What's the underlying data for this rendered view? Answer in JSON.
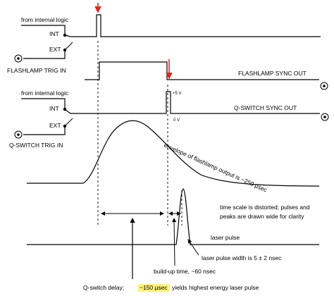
{
  "labels": {
    "from_internal_logic_1": "from internal logic",
    "int_1": "INT",
    "ext_1": "EXT",
    "flashlamp_trig_in": "FLASHLAMP TRIG IN",
    "flashlamp_sync_out": "FLASHLAMP SYNC OUT",
    "from_internal_logic_2": "from internal logic",
    "int_2": "INT",
    "ext_2": "EXT",
    "qswitch_trig_in": "Q-SWITCH TRIG IN",
    "qswitch_sync_out": "Q-SWITCH  SYNC OUT",
    "plus_5v": "+5 V",
    "zero_v": "0 V",
    "envelope": "envelope of flashlamp output is ~250 µsec",
    "note_line1": "time scale is distorted;  pulses and",
    "note_line2": "peaks are drawn wide for clarity",
    "laser_pulse": "laser pulse",
    "pulse_width": "laser pulse width is 5 ± 2 nsec",
    "buildup": "build-up time, ~60 nsec",
    "qdelay_prefix": "Q-switch delay;",
    "qdelay_highlight": "~150 µsec",
    "qdelay_suffix": "yields highest energy laser pulse"
  },
  "colors": {
    "arrow": "#e0281e",
    "highlight": "#fff27a",
    "line": "#000000"
  }
}
